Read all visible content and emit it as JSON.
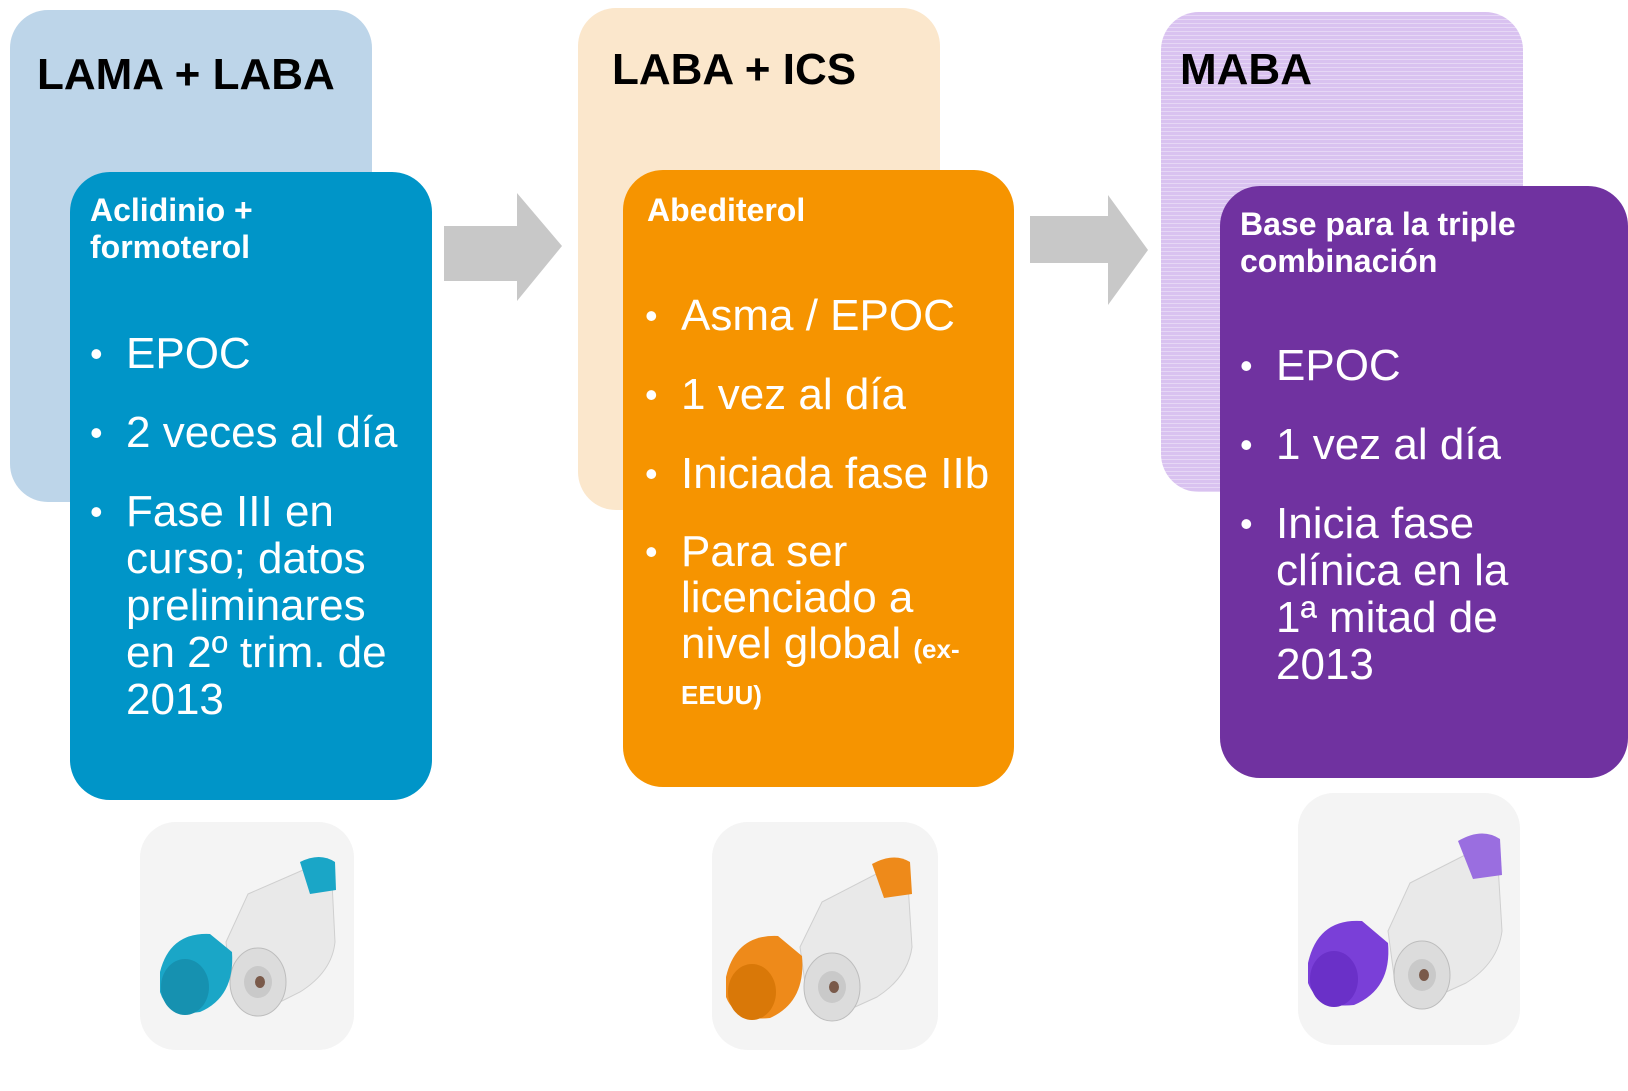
{
  "columns": [
    {
      "header": "LAMA + LABA",
      "product": "Aclidinio + formoterol",
      "bullets": [
        "EPOC",
        "2 veces al día",
        "Fase III en curso; datos preliminares en 2º trim. de 2013"
      ],
      "back_color": "#bdd5e9",
      "front_color": "#0095c8",
      "cap_color": "#1aa6c7"
    },
    {
      "header": "LABA + ICS",
      "product": "Abediterol",
      "bullets": [
        "Asma / EPOC",
        "1 vez al día",
        "Iniciada fase IIb",
        "Para ser licenciado a nivel global"
      ],
      "bullet_note": "(ex-EEUU)",
      "back_color": "#fbe7cc",
      "front_color": "#f69400",
      "cap_color": "#ee8a1a"
    },
    {
      "header": "MABA",
      "product": "Base para la triple combinación",
      "bullets": [
        "EPOC",
        "1 vez al día",
        "Inicia fase clínica en la 1ª mitad de 2013"
      ],
      "back_color": "#d9c2f0",
      "front_color": "#7032a0",
      "cap_color": "#7a3fd8"
    }
  ],
  "arrow_color": "#c8c8c8",
  "icons": [
    "inhaler-device-image",
    "arrow-right-icon"
  ]
}
